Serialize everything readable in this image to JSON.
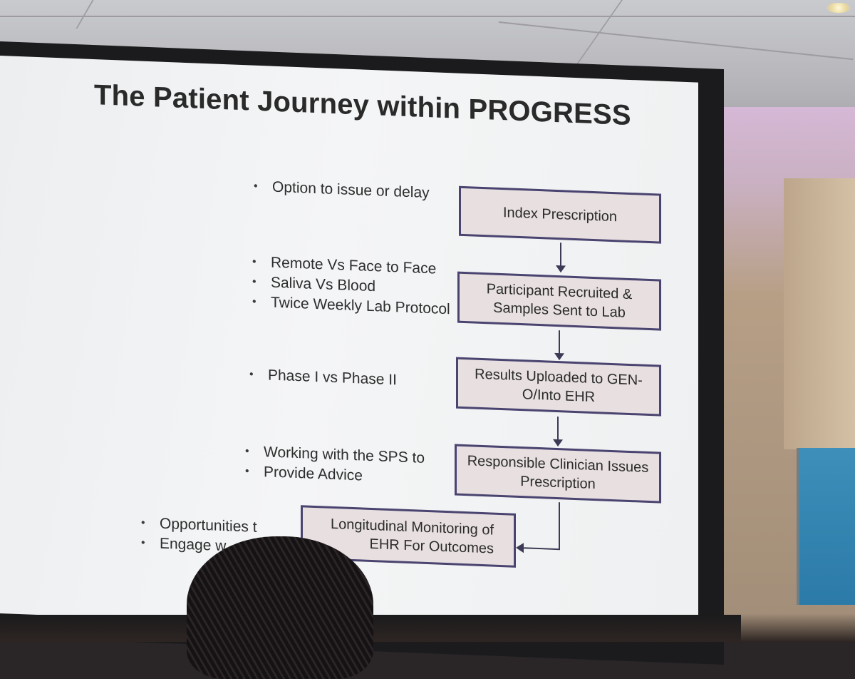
{
  "slide": {
    "title": "The Patient Journey within PROGRESS",
    "steps": [
      {
        "box_line1": "Index Prescription",
        "box_line2": "",
        "bullets": [
          "Option to issue or delay"
        ]
      },
      {
        "box_line1": "Participant Recruited &",
        "box_line2": "Samples Sent to Lab",
        "bullets": [
          "Remote Vs Face to Face",
          "Saliva Vs Blood",
          "Twice Weekly Lab Protocol"
        ]
      },
      {
        "box_line1": "Results Uploaded to GEN-",
        "box_line2": "O/Into EHR",
        "bullets": [
          "Phase I vs Phase II"
        ]
      },
      {
        "box_line1": "Responsible Clinician Issues",
        "box_line2": "Prescription",
        "bullets": [
          "Working with the SPS to",
          "Provide Advice"
        ]
      },
      {
        "box_line1": "Longitudinal Monitoring of",
        "box_line2": "EHR For Outcomes",
        "bullets": [
          "Opportunities t",
          "Engage w"
        ]
      }
    ]
  },
  "colors": {
    "box_border": "#4a4470",
    "box_fill": "#e7dfe0",
    "arrow": "#3d3a55"
  }
}
